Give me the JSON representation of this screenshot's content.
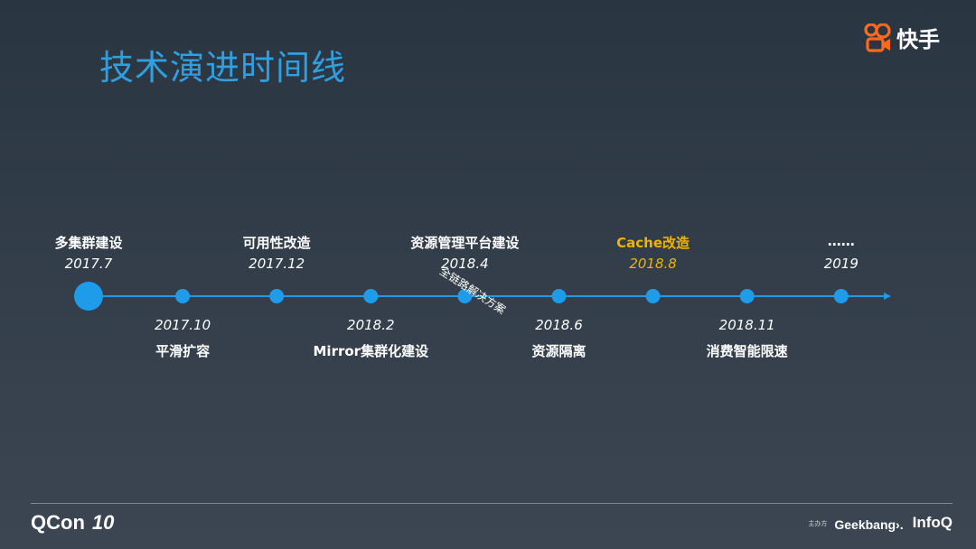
{
  "slide": {
    "title": "技术演进时间线",
    "brand": {
      "name": "快手",
      "icon": "kuaishou-logo-icon",
      "color": "#ff6a1a"
    },
    "stamp": "全链路解决方案",
    "footer": {
      "conference": "QCon",
      "edition": "10",
      "sponsor_small": "主办方",
      "sponsor_geek": "Geekbang›.",
      "sponsor_infoq": "InfoQ"
    }
  },
  "colors": {
    "accent": "#1e9be9",
    "title": "#2f9fe0",
    "highlight": "#f0b400"
  },
  "timeline": {
    "milestones": [
      {
        "date": "2017.7",
        "event": "多集群建设",
        "side": "top",
        "highlight": false,
        "major": true
      },
      {
        "date": "2017.10",
        "event": "平滑扩容",
        "side": "bottom",
        "highlight": false,
        "major": false
      },
      {
        "date": "2017.12",
        "event": "可用性改造",
        "side": "top",
        "highlight": false,
        "major": false
      },
      {
        "date": "2018.2",
        "event": "Mirror集群化建设",
        "side": "bottom",
        "highlight": false,
        "major": false
      },
      {
        "date": "2018.4",
        "event": "资源管理平台建设",
        "side": "top",
        "highlight": false,
        "major": false
      },
      {
        "date": "2018.6",
        "event": "资源隔离",
        "side": "bottom",
        "highlight": false,
        "major": false
      },
      {
        "date": "2018.8",
        "event": "Cache改造",
        "side": "top",
        "highlight": true,
        "major": false
      },
      {
        "date": "2018.11",
        "event": "消费智能限速",
        "side": "bottom",
        "highlight": false,
        "major": false
      },
      {
        "date": "2019",
        "event": "……",
        "side": "top",
        "highlight": false,
        "major": false
      }
    ]
  }
}
